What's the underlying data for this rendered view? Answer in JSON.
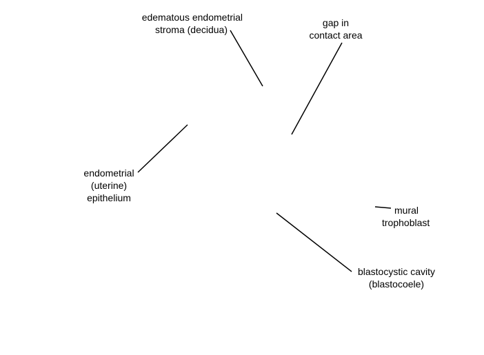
{
  "labels": {
    "stroma": {
      "line1": "edematous endometrial",
      "line2": "stroma (decidua)"
    },
    "gap": {
      "line1": "gap in",
      "line2": "contact area"
    },
    "epithelium": {
      "line1": "endometrial",
      "line2": "(uterine)",
      "line3": "epithelium"
    },
    "mural": {
      "line1": "mural",
      "line2": "trophoblast"
    },
    "cavity": {
      "line1": "blastocystic cavity",
      "line2": "(blastocoele)"
    }
  },
  "colors": {
    "text": "#000000",
    "line": "#000000",
    "background": "#ffffff"
  }
}
